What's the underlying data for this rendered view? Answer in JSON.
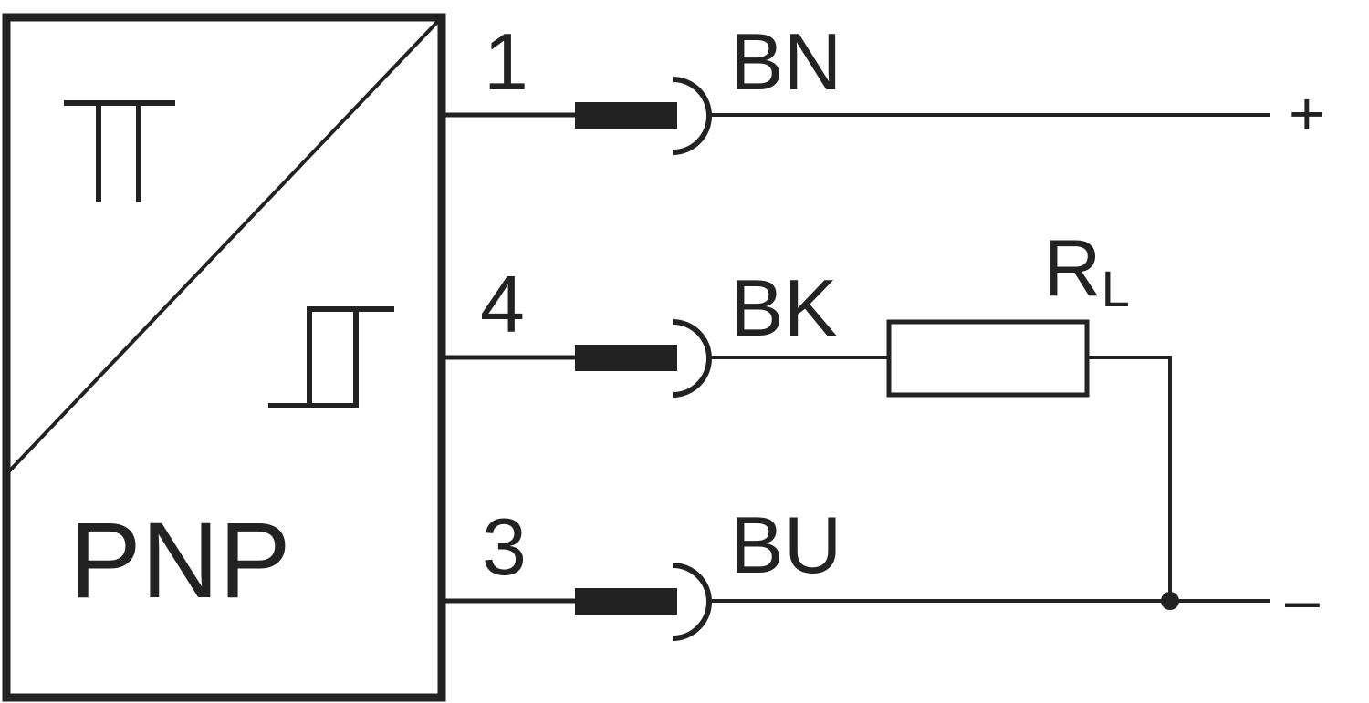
{
  "colors": {
    "line": "#222222",
    "background": "#ffffff"
  },
  "icons": {
    "sensor_symbol": "sensor-symbol-icon",
    "switch_output_symbol": "switching-output-icon",
    "connector": "plug-connector-icon",
    "resistor": "resistor-icon",
    "junction": "junction-dot-icon"
  },
  "sensor": {
    "output_type": "PNP"
  },
  "pins": [
    {
      "number": "1",
      "wire_color": "BN"
    },
    {
      "number": "4",
      "wire_color": "BK"
    },
    {
      "number": "3",
      "wire_color": "BU"
    }
  ],
  "load": {
    "symbol": "R",
    "subscript": "L"
  },
  "supply": {
    "positive": "+",
    "negative": "–"
  }
}
